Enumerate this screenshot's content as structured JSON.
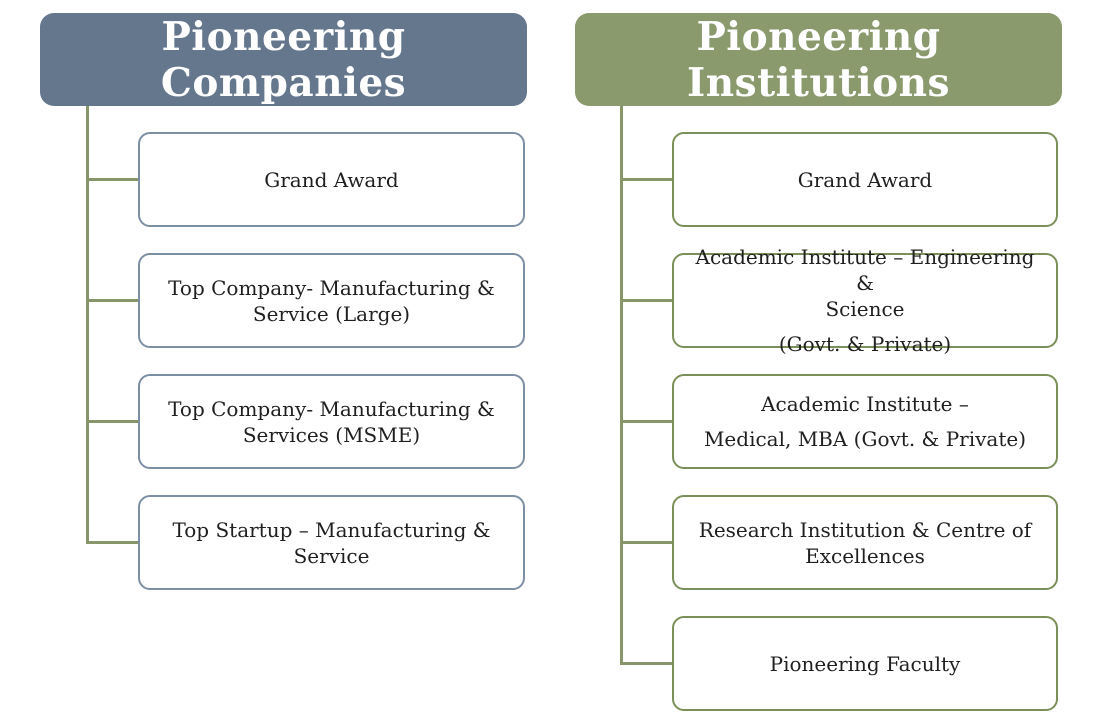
{
  "colors": {
    "companies_header_bg": "#64778D",
    "companies_box_border": "#7C8FA4",
    "institutions_header_bg": "#8A9A6C",
    "institutions_box_border": "#7B8F58",
    "connector_line": "#869668",
    "header_text": "#FFFFFF",
    "box_text": "#1F1F1F",
    "background": "#FFFFFF"
  },
  "columns": [
    {
      "header": "Pioneering Companies",
      "nodes": [
        {
          "text": "Grand Award"
        },
        {
          "text": "Top Company- Manufacturing &\nService (Large)"
        },
        {
          "text": "Top Company- Manufacturing &\nServices (MSME)"
        },
        {
          "text": "Top Startup – Manufacturing &\nService"
        }
      ]
    },
    {
      "header": "Pioneering Institutions",
      "nodes": [
        {
          "text": "Grand Award"
        },
        {
          "text": "Academic Institute – Engineering &\nScience",
          "text2": "(Govt. & Private)"
        },
        {
          "text": "Academic Institute –",
          "text2": "Medical, MBA (Govt. & Private)"
        },
        {
          "text": "Research Institution & Centre of\nExcellences"
        },
        {
          "text": "Pioneering Faculty"
        }
      ]
    }
  ]
}
